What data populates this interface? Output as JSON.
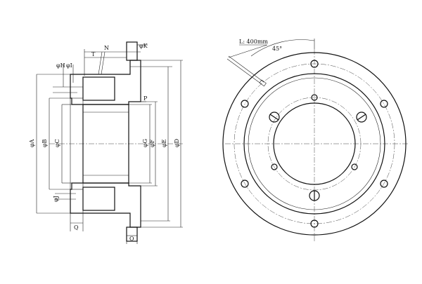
{
  "section_view": {
    "labels": {
      "N": "N",
      "T": "T",
      "phiK": "φK",
      "phiH": "φH",
      "phiI": "φI",
      "P": "P",
      "phiA": "φA",
      "phiB": "φB",
      "phiC": "φC",
      "phiG": "φG",
      "phiF": "φF",
      "phiE": "φE",
      "phiD": "φD",
      "phiJ": "φJ",
      "Q": "Q",
      "O": "O"
    }
  },
  "front_view": {
    "lead_label": "L: 400mm",
    "angle_label": "45°"
  }
}
